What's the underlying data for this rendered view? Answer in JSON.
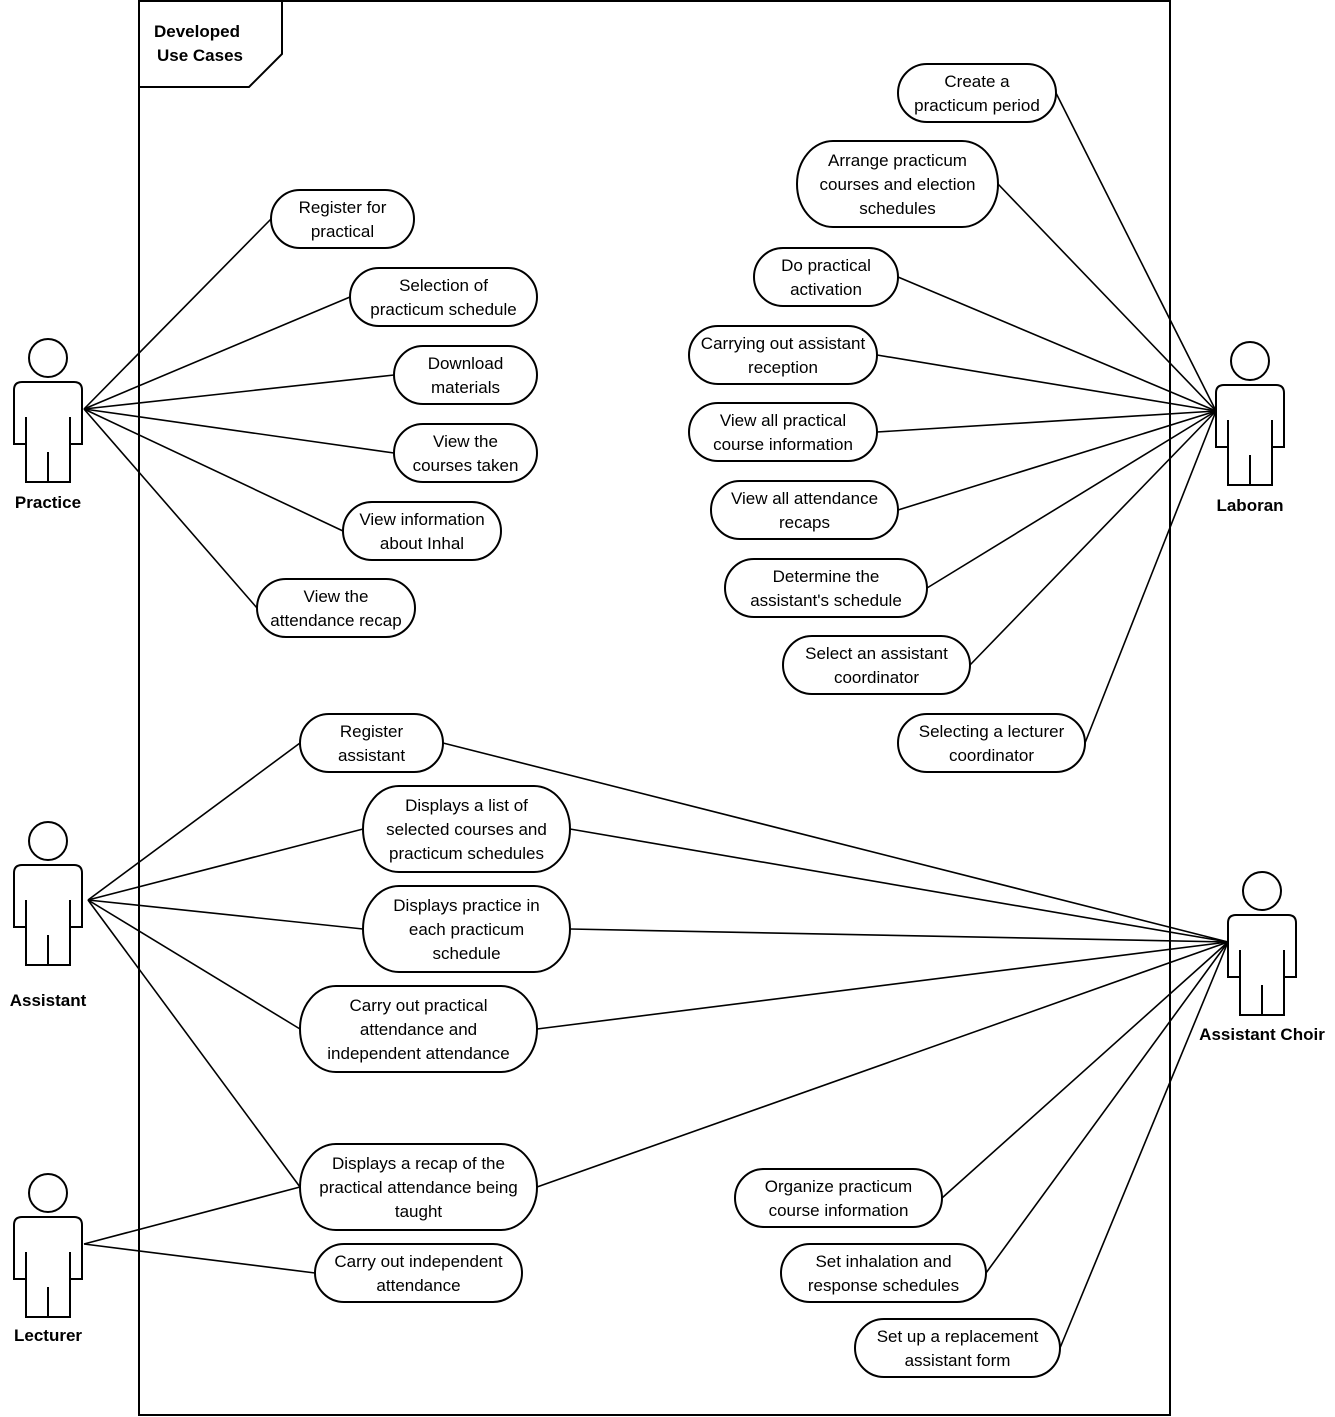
{
  "system": {
    "title_lines": [
      "Developed",
      "Use Cases"
    ]
  },
  "actors": [
    {
      "id": "practice",
      "label": "Practice"
    },
    {
      "id": "assistant",
      "label": "Assistant"
    },
    {
      "id": "lecturer",
      "label": "Lecturer"
    },
    {
      "id": "laboran",
      "label": "Laboran"
    },
    {
      "id": "assistant_choir",
      "label": "Assistant Choir"
    }
  ],
  "use_cases": [
    {
      "id": "register_practical",
      "lines": [
        "Register for",
        "practical"
      ]
    },
    {
      "id": "selection_schedule",
      "lines": [
        "Selection of",
        "practicum schedule"
      ]
    },
    {
      "id": "download_materials",
      "lines": [
        "Download",
        "materials"
      ]
    },
    {
      "id": "view_courses_taken",
      "lines": [
        "View the",
        "courses taken"
      ]
    },
    {
      "id": "view_info_inhal",
      "lines": [
        "View information",
        "about Inhal"
      ]
    },
    {
      "id": "view_attendance_recap",
      "lines": [
        "View the",
        "attendance recap"
      ]
    },
    {
      "id": "create_period",
      "lines": [
        "Create a",
        "practicum period"
      ]
    },
    {
      "id": "arrange_courses",
      "lines": [
        "Arrange practicum",
        "courses and election",
        "schedules"
      ]
    },
    {
      "id": "do_activation",
      "lines": [
        "Do practical",
        "activation"
      ]
    },
    {
      "id": "assistant_reception",
      "lines": [
        "Carrying out assistant",
        "reception"
      ]
    },
    {
      "id": "view_all_course_info",
      "lines": [
        "View all practical",
        "course information"
      ]
    },
    {
      "id": "view_all_recaps",
      "lines": [
        "View all attendance",
        "recaps"
      ]
    },
    {
      "id": "determine_schedule",
      "lines": [
        "Determine the",
        "assistant's schedule"
      ]
    },
    {
      "id": "select_asst_coord",
      "lines": [
        "Select an assistant",
        "coordinator"
      ]
    },
    {
      "id": "select_lect_coord",
      "lines": [
        "Selecting a lecturer",
        "coordinator"
      ]
    },
    {
      "id": "register_assistant",
      "lines": [
        "Register",
        "assistant"
      ]
    },
    {
      "id": "display_selected_courses",
      "lines": [
        "Displays a list of",
        "selected courses and",
        "practicum schedules"
      ]
    },
    {
      "id": "display_practice",
      "lines": [
        "Displays practice in",
        "each practicum",
        "schedule"
      ]
    },
    {
      "id": "carry_out_attendance",
      "lines": [
        "Carry out practical",
        "attendance and",
        "independent attendance"
      ]
    },
    {
      "id": "display_recap_taught",
      "lines": [
        "Displays a recap of the",
        "practical attendance being",
        "taught"
      ]
    },
    {
      "id": "carry_out_independent",
      "lines": [
        "Carry out independent",
        "attendance"
      ]
    },
    {
      "id": "organize_course_info",
      "lines": [
        "Organize practicum",
        "course information"
      ]
    },
    {
      "id": "set_inhalation",
      "lines": [
        "Set inhalation and",
        "response schedules"
      ]
    },
    {
      "id": "set_replacement_form",
      "lines": [
        "Set up a replacement",
        "assistant form"
      ]
    }
  ],
  "associations": [
    [
      "practice",
      "register_practical"
    ],
    [
      "practice",
      "selection_schedule"
    ],
    [
      "practice",
      "download_materials"
    ],
    [
      "practice",
      "view_courses_taken"
    ],
    [
      "practice",
      "view_info_inhal"
    ],
    [
      "practice",
      "view_attendance_recap"
    ],
    [
      "laboran",
      "create_period"
    ],
    [
      "laboran",
      "arrange_courses"
    ],
    [
      "laboran",
      "do_activation"
    ],
    [
      "laboran",
      "assistant_reception"
    ],
    [
      "laboran",
      "view_all_course_info"
    ],
    [
      "laboran",
      "view_all_recaps"
    ],
    [
      "laboran",
      "determine_schedule"
    ],
    [
      "laboran",
      "select_asst_coord"
    ],
    [
      "laboran",
      "select_lect_coord"
    ],
    [
      "assistant",
      "register_assistant"
    ],
    [
      "assistant",
      "display_selected_courses"
    ],
    [
      "assistant",
      "display_practice"
    ],
    [
      "assistant",
      "carry_out_attendance"
    ],
    [
      "assistant",
      "display_recap_taught"
    ],
    [
      "lecturer",
      "display_recap_taught"
    ],
    [
      "lecturer",
      "carry_out_independent"
    ],
    [
      "assistant_choir",
      "register_assistant"
    ],
    [
      "assistant_choir",
      "display_selected_courses"
    ],
    [
      "assistant_choir",
      "display_practice"
    ],
    [
      "assistant_choir",
      "carry_out_attendance"
    ],
    [
      "assistant_choir",
      "display_recap_taught"
    ],
    [
      "assistant_choir",
      "organize_course_info"
    ],
    [
      "assistant_choir",
      "set_inhalation"
    ],
    [
      "assistant_choir",
      "set_replacement_form"
    ]
  ]
}
